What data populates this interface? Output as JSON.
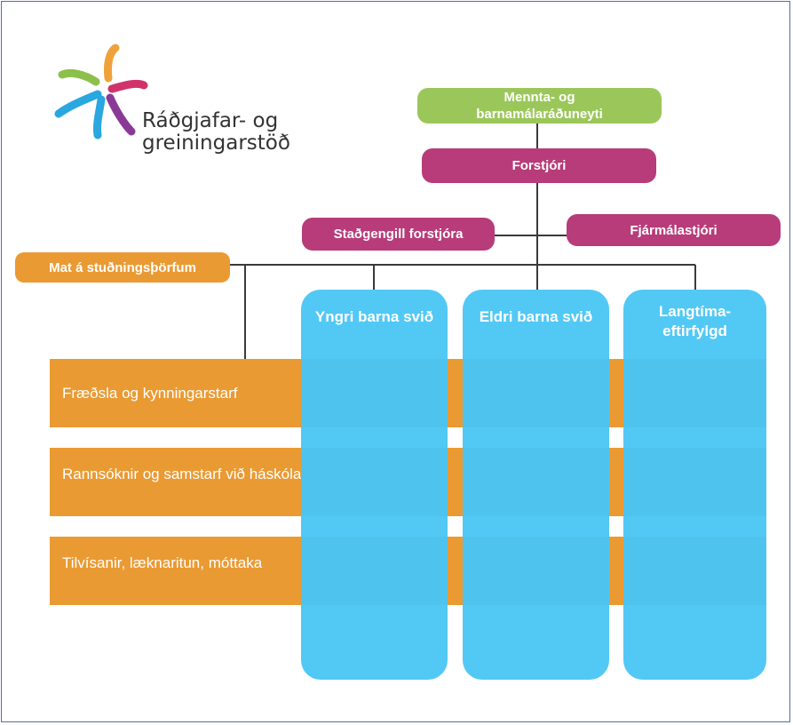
{
  "logo": {
    "line1": "Ráðgjafar- og",
    "line2": "greiningarstöð"
  },
  "org": {
    "ministry": "Mennta- og barnamálaráðuneyti",
    "director": "Forstjóri",
    "deputy": "Staðgengill forstjóra",
    "cfo": "Fjármálastjóri",
    "assessment": "Mat á stuðningsþörfum"
  },
  "columns": [
    {
      "label": "Yngri barna svið"
    },
    {
      "label": "Eldri barna svið"
    },
    {
      "label": "Langtíma-eftirfylgd"
    }
  ],
  "bands": [
    {
      "label": "Fræðsla og kynningarstarf"
    },
    {
      "label": "Rannsóknir og samstarf við háskóla"
    },
    {
      "label": "Tilvísanir, læknaritun, móttaka"
    }
  ],
  "colors": {
    "green": "#9bc75a",
    "pink": "#b73c79",
    "orange": "#ea9a32",
    "blue": "#52c8f5",
    "line": "#3a3a3a"
  }
}
